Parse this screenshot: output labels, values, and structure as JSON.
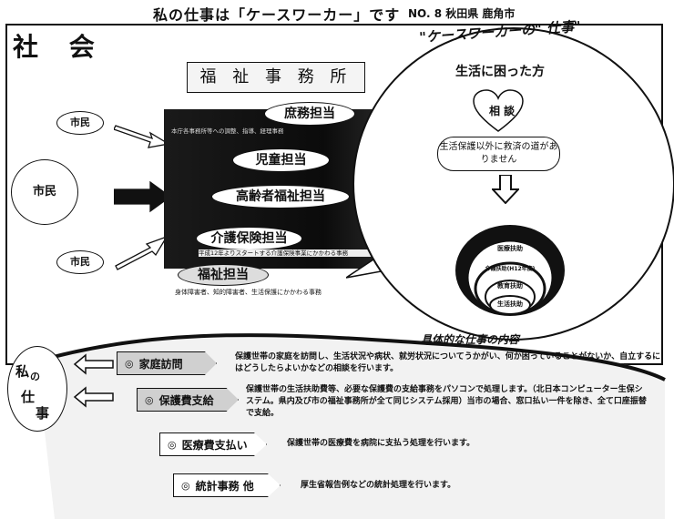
{
  "header": {
    "title": "私の仕事は「ケースワーカー」です",
    "meta": "NO. 8 秋田県 鹿角市"
  },
  "society": {
    "label": "社 会",
    "citizens": [
      "市民",
      "市民",
      "市民"
    ]
  },
  "office": {
    "banner": "福 祉 事 務 所",
    "sections": [
      {
        "label": "庶務担当",
        "desc": "本庁各事務所等への調整、指導、経理事務"
      },
      {
        "label": "児童担当",
        "desc": ""
      },
      {
        "label": "高齢者福祉担当",
        "desc": ""
      },
      {
        "label": "介護保険担当",
        "desc": "平成12年よりスタートする介護保険事業にかかわる事務"
      },
      {
        "label": "福祉担当",
        "desc": "身体障害者、知的障害者、生活保護にかかわる事務"
      }
    ]
  },
  "caseworker": {
    "title": "\"ケースワーカーの\" 仕事\"",
    "needy": "生活に困った方",
    "consult": "相 談",
    "alternative": "生活保護以外に救済の道がありません",
    "supports": [
      "医療扶助",
      "介護扶助(H12年度)",
      "教育扶助",
      "生活扶助"
    ]
  },
  "work": {
    "section_label": "具体的な仕事の内容",
    "my_job": [
      "私",
      "の",
      "仕",
      "事"
    ],
    "tasks": [
      {
        "label": "家庭訪問",
        "desc": "保護世帯の家庭を訪問し、生活状況や病状、就労状況についてうかがい、何か困っていることがないか、自立するにはどうしたらよいかなどの相談を行います。"
      },
      {
        "label": "保護費支給",
        "desc": "保護世帯の生活扶助費等、必要な保護費の支給事務をパソコンで処理します。（北日本コンピューター生保システム。県内及び市の福祉事務所が全て同じシステム採用）当市の場合、窓口払い一件を除き、全て口座振替で支給。"
      },
      {
        "label": "医療費支払い",
        "desc": "保護世帯の医療費を病院に支払う処理を行います。"
      },
      {
        "label": "統計事務 他",
        "desc": "厚生省報告例などの統計処理を行います。"
      }
    ],
    "bullet": "◎"
  }
}
